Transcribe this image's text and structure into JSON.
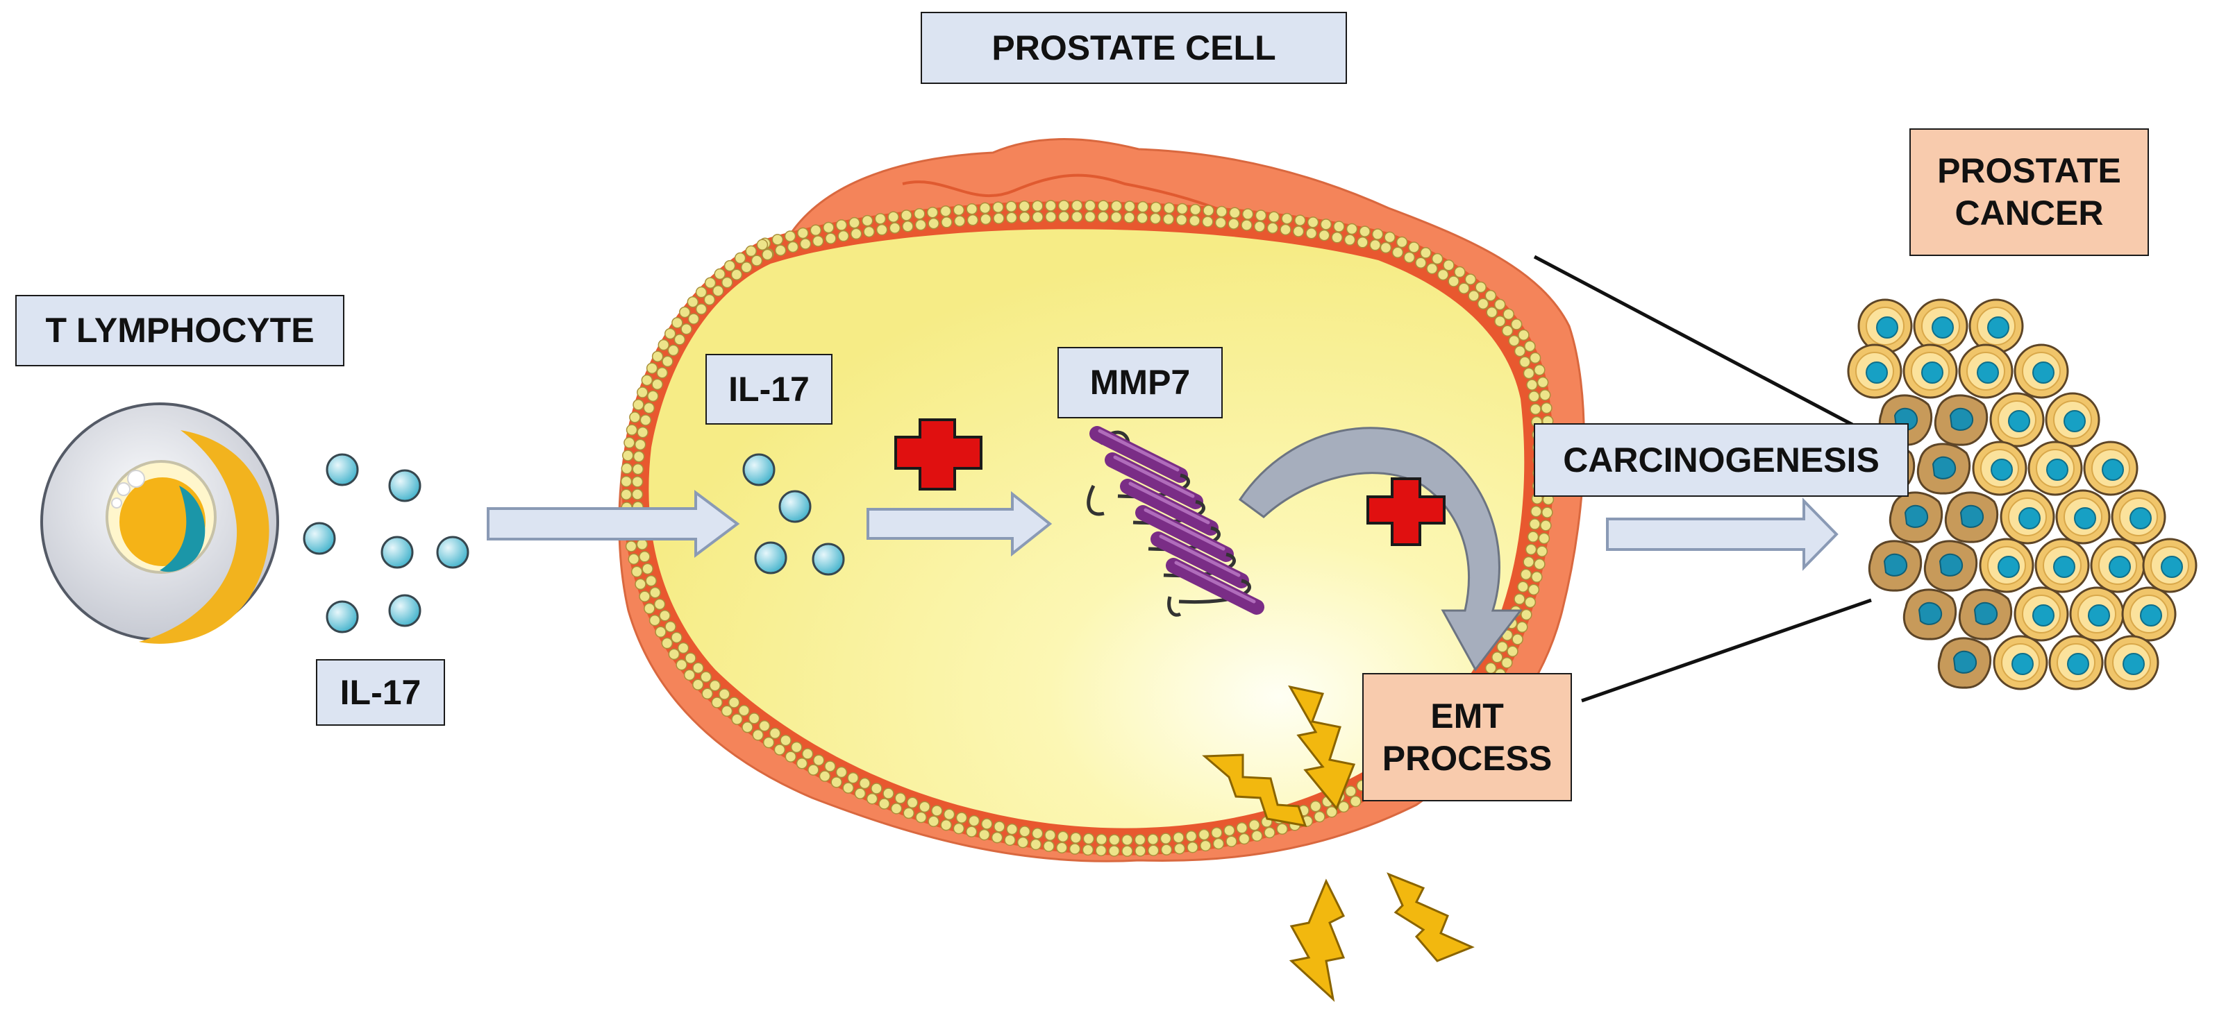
{
  "labels": {
    "prostate_cell": "PROSTATE CELL",
    "t_lymphocyte": "T LYMPHOCYTE",
    "il17_outer": "IL-17",
    "il17_inner": "IL-17",
    "mmp7": "MMP7",
    "carcinogenesis": "CARCINOGENESIS",
    "emt_process": "EMT\nPROCESS",
    "prostate_cancer": "PROSTATE\nCANCER"
  },
  "colors": {
    "label_blue": "#dce4f2",
    "label_peach": "#f8cbad",
    "arrow_fill": "#dce4f2",
    "arrow_stroke": "#8a9ab5",
    "curved_arrow": "#a6aebd",
    "cell_cytoplasm": "#fbf39a",
    "cell_top": "#f4845a",
    "membrane_outer": "#e8582f",
    "membrane_bead": "#e8dc7c",
    "plus_red": "#e01010",
    "lightning": "#f2b80f",
    "protein_purple": "#7a2d86",
    "cytokine_teal": "#3fb6cf",
    "cancer_cell": "#f0c56a",
    "cancer_nucleus": "#17a0c4"
  }
}
